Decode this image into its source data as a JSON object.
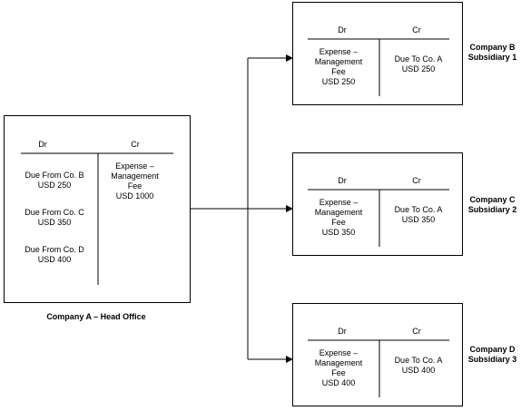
{
  "head_office": {
    "caption": "Company A – Head Office",
    "dr_header": "Dr",
    "cr_header": "Cr",
    "debits": [
      "Due From Co. B\nUSD 250",
      "Due From Co. C\nUSD 350",
      "Due From Co. D\nUSD 400"
    ],
    "credits": [
      "Expense –\nManagement\nFee\nUSD 1000"
    ]
  },
  "subsidiaries": [
    {
      "caption": "Company B\nSubsidiary 1",
      "dr_header": "Dr",
      "cr_header": "Cr",
      "debit": "Expense –\nManagement\nFee\nUSD 250",
      "credit": "Due To Co. A\nUSD 250"
    },
    {
      "caption": "Company C\nSubsidiary 2",
      "dr_header": "Dr",
      "cr_header": "Cr",
      "debit": "Expense –\nManagement\nFee\nUSD 350",
      "credit": "Due To Co. A\nUSD 350"
    },
    {
      "caption": "Company D\nSubsidiary 3",
      "dr_header": "Dr",
      "cr_header": "Cr",
      "debit": "Expense –\nManagement\nFee\nUSD 400",
      "credit": "Due To Co. A\nUSD 400"
    }
  ]
}
